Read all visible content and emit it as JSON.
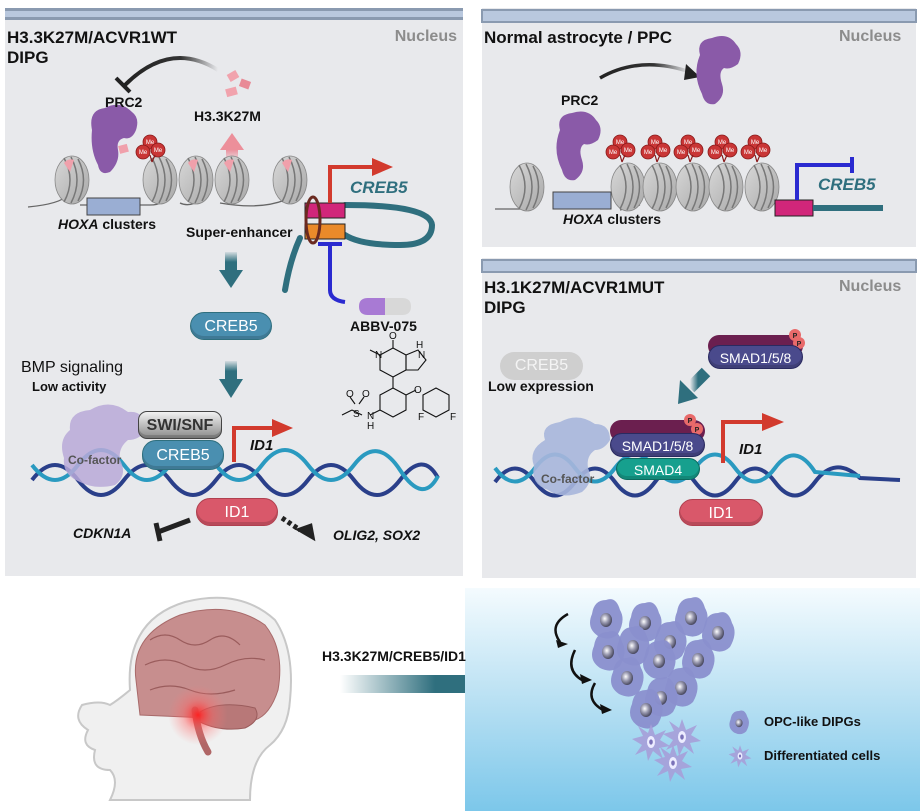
{
  "panels": {
    "left": {
      "title_line1": "H3.3K27M/ACVR1WT",
      "title_line2": "DIPG",
      "location": "Nucleus",
      "labels": {
        "prc2": "PRC2",
        "h33k27m": "H3.3K27M",
        "hoxa_gene": "HOXA",
        "hoxa_suffix": " clusters",
        "super_enhancer": "Super-enhancer",
        "creb5_gene": "CREB5",
        "creb5_protein": "CREB5",
        "drug": "ABBV-075",
        "bmp_signaling": "BMP signaling",
        "bmp_activity": "Low activity",
        "swi_snf": "SWI/SNF",
        "cofactor": "Co-factor",
        "creb5_bound": "CREB5",
        "id1_gene": "ID1",
        "id1_protein": "ID1",
        "cdkn1a": "CDKN1A",
        "olig2_sox2": "OLIG2, SOX2",
        "me": "Me"
      }
    },
    "top_right": {
      "title": "Normal astrocyte / PPC",
      "location": "Nucleus",
      "labels": {
        "prc2": "PRC2",
        "hoxa_gene": "HOXA",
        "hoxa_suffix": " clusters",
        "creb5_gene": "CREB5",
        "me": "Me"
      }
    },
    "bottom_right": {
      "title_line1": "H3.1K27M/ACVR1MUT",
      "title_line2": "DIPG",
      "location": "Nucleus",
      "labels": {
        "creb5": "CREB5",
        "creb5_status": "Low expression",
        "smad158_free": "SMAD1/5/8",
        "smad158_bound": "SMAD1/5/8",
        "smad4": "SMAD4",
        "cofactor": "Co-factor",
        "id1_gene": "ID1",
        "id1_protein": "ID1",
        "phospho": "P"
      }
    }
  },
  "bottom": {
    "pathway_label": "H3.3K27M/CREB5/ID1",
    "legend": [
      {
        "icon": "opc-cell-icon",
        "label": "OPC-like DIPGs"
      },
      {
        "icon": "differentiated-cell-icon",
        "label": "Differentiated cells"
      }
    ]
  },
  "colors": {
    "panel_bg": "#e8e9ec",
    "teal": "#2f6f7e",
    "creb5_pill": "#4a8fb0",
    "id1_pill": "#d9586a",
    "smad158": "#4a4a8c",
    "smad_cap": "#6b1f4f",
    "smad4": "#16a08e",
    "prc2": "#8a5aa8",
    "red_arrow": "#d23a2d",
    "inhibit_blue": "#2a2ad0",
    "enhancer_pink": "#d1267a",
    "enhancer_orange": "#ea8a2a",
    "hoxa_box": "#9aaed3"
  }
}
